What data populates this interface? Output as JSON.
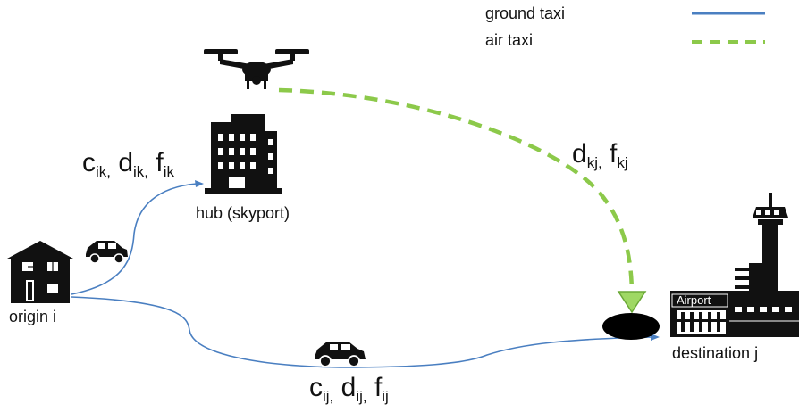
{
  "legend": {
    "ground": {
      "label": "ground taxi",
      "color": "#4a7fc1"
    },
    "air": {
      "label": "air taxi",
      "color": "#8cc94a"
    }
  },
  "nodes": {
    "origin": {
      "label": "origin i",
      "icon": "house-icon"
    },
    "hub": {
      "label": "hub (skyport)",
      "icon": "office-building-icon"
    },
    "destination": {
      "label": "destination j",
      "icon": "airport-terminal-icon",
      "sign": "Airport"
    },
    "drone": {
      "icon": "drone-icon"
    },
    "helipad": {
      "icon": "landing-pad-icon"
    },
    "car_to_hub": {
      "icon": "car-icon"
    },
    "car_direct": {
      "icon": "car-icon"
    }
  },
  "edges": {
    "origin_hub": {
      "c": "c",
      "c_sub": "ik,",
      "d": "d",
      "d_sub": "ik,",
      "f": "f",
      "f_sub": "ik"
    },
    "hub_dest": {
      "d": "d",
      "d_sub": "kj,",
      "f": "f",
      "f_sub": "kj"
    },
    "origin_dest": {
      "c": "c",
      "c_sub": "ij,",
      "d": "d",
      "d_sub": "ij,",
      "f": "f",
      "f_sub": "ij"
    }
  }
}
